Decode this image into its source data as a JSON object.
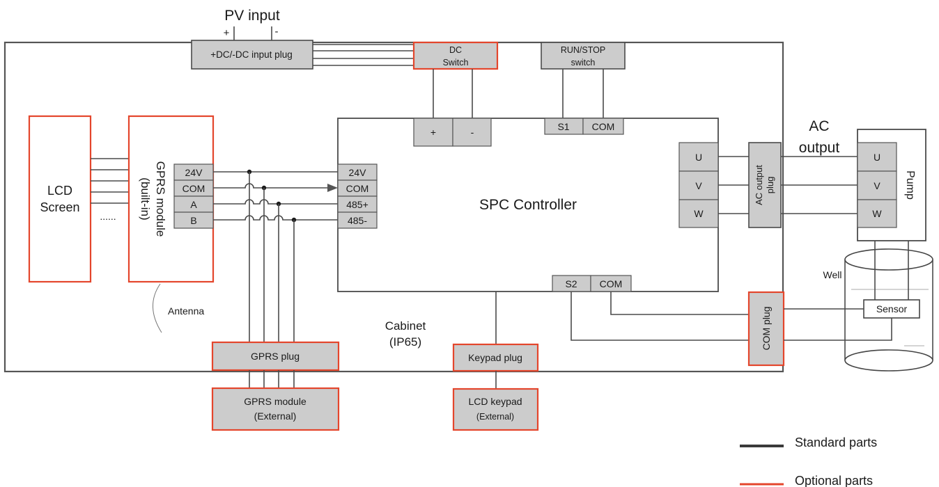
{
  "pv": {
    "title": "PV input",
    "plus": "+",
    "minus": "-"
  },
  "dc_input_plug": "+DC/-DC input plug",
  "dc_switch": {
    "line1": "DC",
    "line2": "Switch"
  },
  "runstop": {
    "line1": "RUN/STOP",
    "line2": "switch"
  },
  "dc_terminals": [
    "+",
    "-"
  ],
  "s1_terminals": [
    "S1",
    "COM"
  ],
  "lcd_screen": {
    "line1": "LCD",
    "line2": "Screen",
    "dots": "......"
  },
  "gprs_builtin": {
    "line1": "GPRS module",
    "line2": "(built-in)"
  },
  "gprs_terminals": [
    "24V",
    "COM",
    "A",
    "B"
  ],
  "controller_terminals": [
    "24V",
    "COM",
    "485+",
    "485-"
  ],
  "controller": {
    "label": "SPC Controller"
  },
  "uvw_terminals": [
    "U",
    "V",
    "W"
  ],
  "ac_output_plug": {
    "line1": "AC output",
    "line2": "plug"
  },
  "ac_output": {
    "line1": "AC",
    "line2": "output"
  },
  "pump": {
    "label": "Pump",
    "terminals": [
      "U",
      "V",
      "W"
    ]
  },
  "s2_terminals": [
    "S2",
    "COM"
  ],
  "well": "Well",
  "sensor": "Sensor",
  "com_plug": "COM plug",
  "antenna": "Antenna",
  "cabinet": {
    "line1": "Cabinet",
    "line2": "(IP65)"
  },
  "gprs_plug": "GPRS plug",
  "keypad_plug": "Keypad plug",
  "gprs_external": {
    "line1": "GPRS module",
    "line2": "(External)"
  },
  "lcd_keypad": {
    "line1": "LCD keypad",
    "line2": "(External)"
  },
  "legend": [
    {
      "label": "Standard parts",
      "color": "#3a3a3a"
    },
    {
      "label": "Optional parts",
      "color": "#e4462c"
    }
  ]
}
